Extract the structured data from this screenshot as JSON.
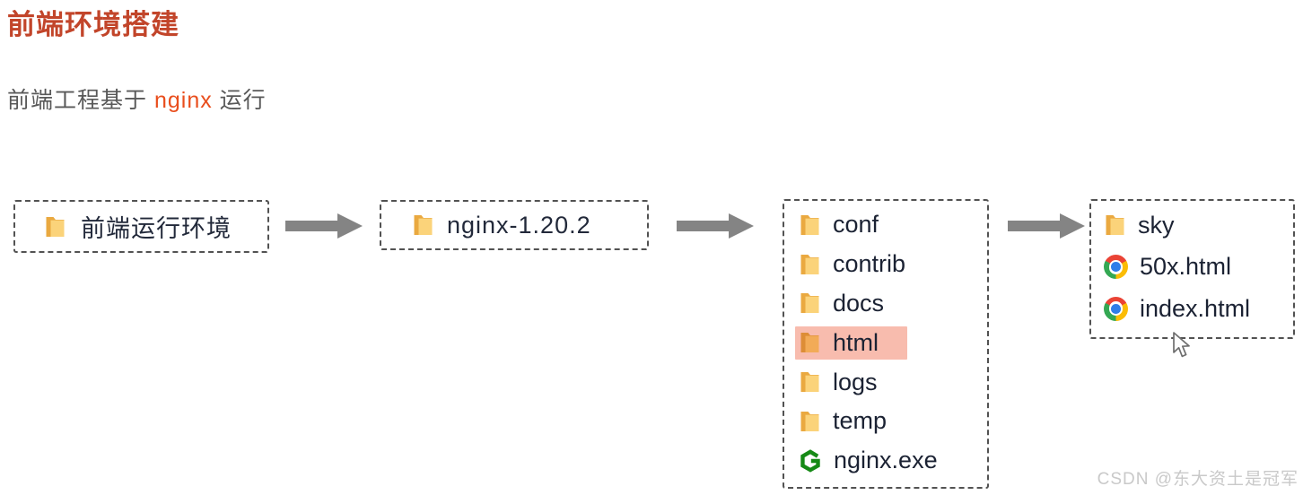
{
  "page": {
    "title": "前端环境搭建",
    "subtitle": {
      "prefix": "前端工程基于 ",
      "highlight": "nginx",
      "suffix": " 运行"
    },
    "watermark": "CSDN @东大资土是冠军"
  },
  "colors": {
    "title": "#c2452a",
    "nginx_highlight_text": "#e94e1d",
    "subtitle_text": "#595959",
    "row_highlight_bg": "#f8bcae",
    "arrow": "#848484",
    "folder_back": "#eaa940",
    "folder_front": "#fbd37a",
    "nginx_icon_green": "#168a16",
    "watermark_text": "#c9c9c9"
  },
  "diagram": {
    "node1": {
      "icon": "folder-icon",
      "label": "前端运行环境"
    },
    "node2": {
      "icon": "folder-icon",
      "label": "nginx-1.20.2"
    },
    "node3": {
      "items": [
        {
          "icon": "folder-icon",
          "label": "conf",
          "highlighted": false
        },
        {
          "icon": "folder-icon",
          "label": "contrib",
          "highlighted": false
        },
        {
          "icon": "folder-icon",
          "label": "docs",
          "highlighted": false
        },
        {
          "icon": "folder-icon",
          "label": "html",
          "highlighted": true
        },
        {
          "icon": "folder-icon",
          "label": "logs",
          "highlighted": false
        },
        {
          "icon": "folder-icon",
          "label": "temp",
          "highlighted": false
        },
        {
          "icon": "nginx-icon",
          "label": "nginx.exe",
          "highlighted": false
        }
      ]
    },
    "node4": {
      "items": [
        {
          "icon": "folder-icon",
          "label": "sky"
        },
        {
          "icon": "chrome-icon",
          "label": "50x.html"
        },
        {
          "icon": "chrome-icon",
          "label": "index.html"
        }
      ]
    }
  }
}
